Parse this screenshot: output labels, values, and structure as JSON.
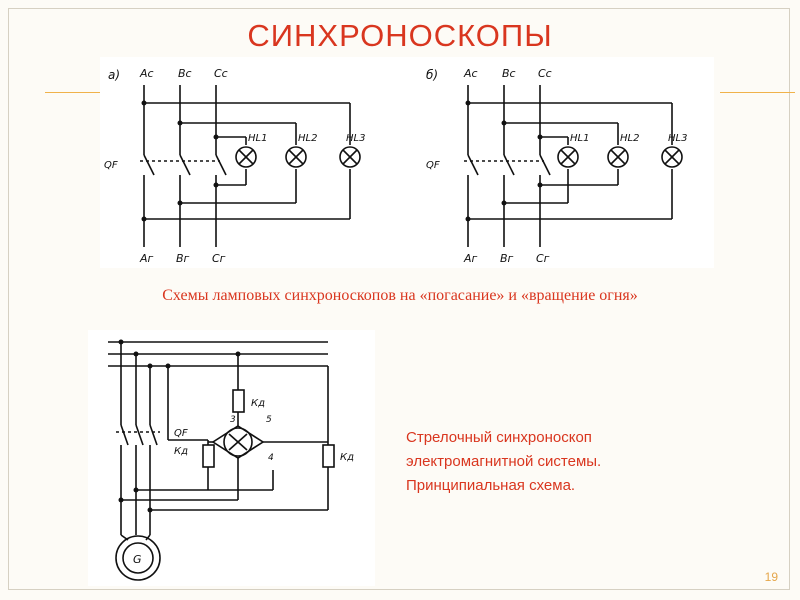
{
  "slide": {
    "title": "СИНХРОНОСКОПЫ",
    "caption_top": "Схемы ламповых синхроноскопов на «погасание»  и «вращение огня»",
    "caption_bottom": [
      "Стрелочный синхроноскоп",
      "электромагнитной системы.",
      "Принципиальная схема."
    ],
    "page_number": "19"
  },
  "diagram_a": {
    "label": "а)",
    "top_labels": [
      "Ас",
      "Вс",
      "Сс"
    ],
    "bottom_labels": [
      "Аг",
      "Вг",
      "Сг"
    ],
    "switch_label": "QF",
    "lamps": [
      "HL1",
      "HL2",
      "HL3"
    ]
  },
  "diagram_b": {
    "label": "б)",
    "top_labels": [
      "Ас",
      "Вс",
      "Сс"
    ],
    "bottom_labels": [
      "Аг",
      "Вг",
      "Сг"
    ],
    "switch_label": "QF",
    "lamps": [
      "HL1",
      "HL2",
      "HL3"
    ]
  },
  "diagram_c": {
    "switch_label": "QF",
    "resistor_label": "Кд",
    "generator_label": "G",
    "terminals": [
      "3",
      "5",
      "4"
    ]
  },
  "colors": {
    "title": "#d9361f",
    "rule": "#f0b24a",
    "page_number": "#e5a64a"
  }
}
